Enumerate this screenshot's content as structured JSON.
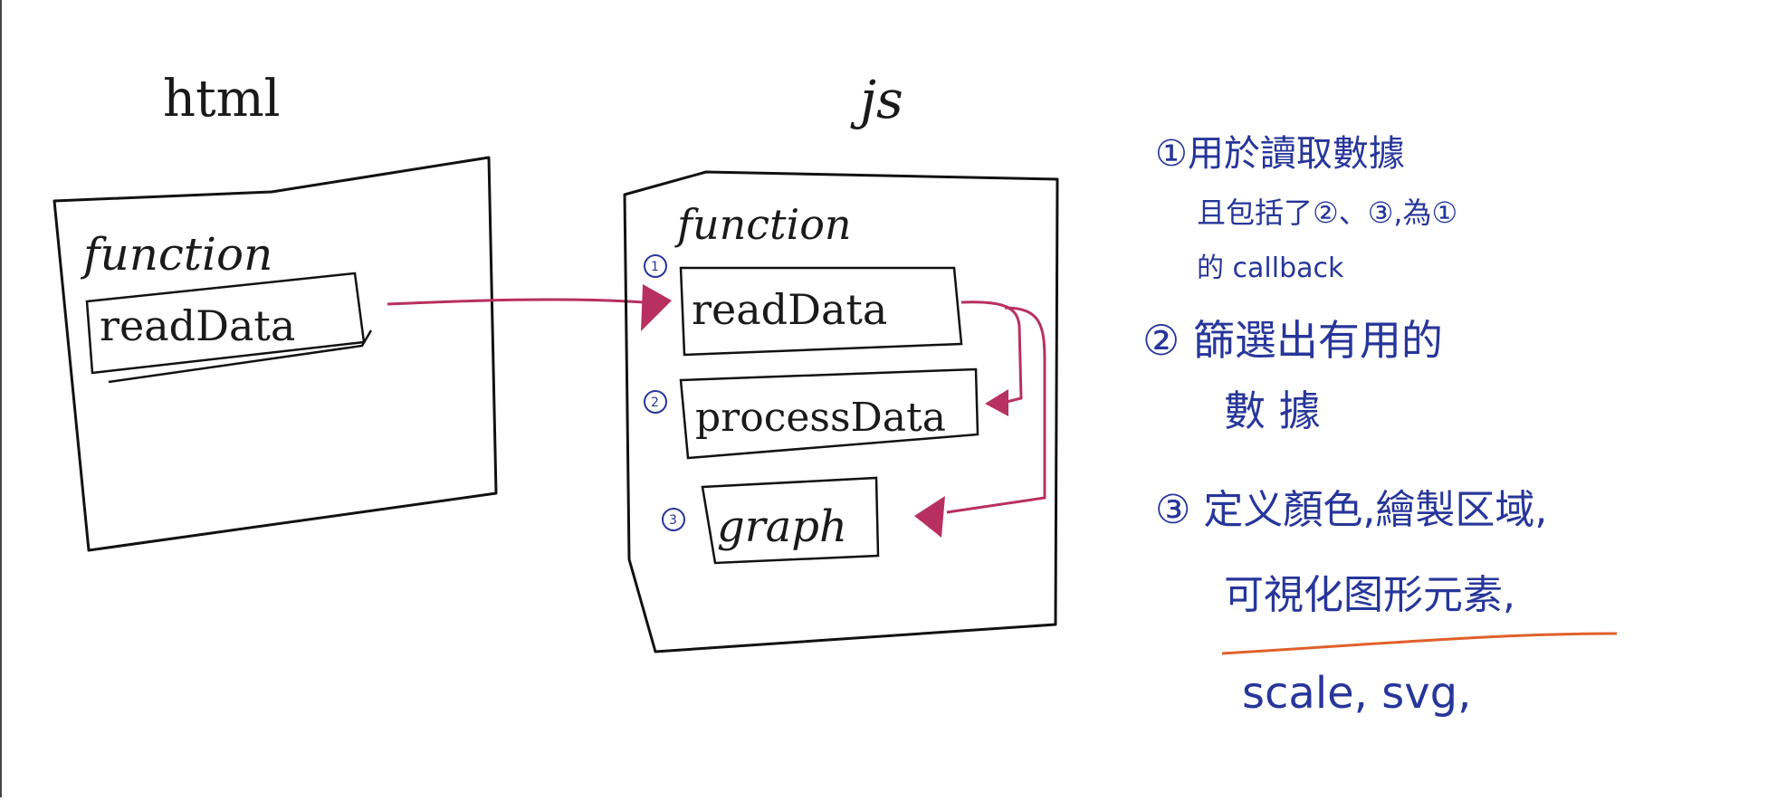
{
  "html_panel": {
    "title": "html",
    "keyword": "function",
    "call": "readData"
  },
  "js_panel": {
    "title": "js",
    "keyword": "function",
    "steps": [
      {
        "marker": "1",
        "name": "readData"
      },
      {
        "marker": "2",
        "name": "processData"
      },
      {
        "marker": "3",
        "name": "graph"
      }
    ]
  },
  "notes": {
    "note1": [
      "①用於讀取數據",
      "且包括了②、③,為①",
      "的 callback"
    ],
    "note2": [
      "② 篩選出有用的",
      "數 據"
    ],
    "note3": [
      "③ 定义顏色,繪製区域,",
      "可視化图形元素,"
    ],
    "note4": "scale, svg,"
  },
  "colors": {
    "ink": "#111111",
    "arrow": "#b8305f",
    "notes": "#27369a",
    "underline": "#e0602a"
  }
}
